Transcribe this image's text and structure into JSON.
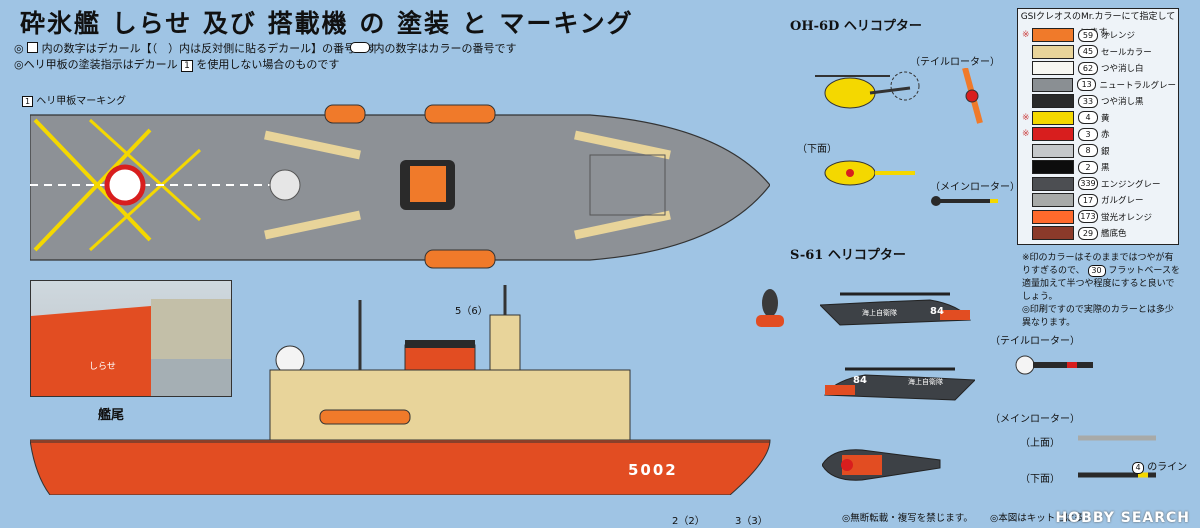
{
  "title": "砕氷艦 しらせ 及び 搭載機 の 塗装 と マーキング",
  "notes": {
    "decal_square": "内の数字はデカール【（　）内は反対側に貼るデカール】の番号です",
    "color_oval": "内の数字はカラーの番号です",
    "heli_deck": "ヘリ甲板の塗装指示はデカール",
    "heli_deck_num": "1",
    "heli_deck_tail": "を使用しない場合のものです"
  },
  "deck_marking_label": "ヘリ甲板マーキング",
  "deck_marking_num": "1",
  "helicopters": {
    "oh6d_title": "OH-6D ヘリコプター",
    "tail_rotor": "（テイルローター）",
    "bottom": "（下面）",
    "main_rotor": "（メインローター）",
    "s61_title": "S-61 ヘリコプター",
    "s61_tail_rotor": "（テイルローター）",
    "s61_main_rotor": "（メインローター）",
    "top_face": "（上面）",
    "bottom_face": "（下面）",
    "line_label": "のライン",
    "line_num": "4",
    "fuselage_kanji": "海上自衛隊",
    "tail_number": "84"
  },
  "ship": {
    "hull_number": "5002",
    "stern_caption": "艦尾",
    "stern_name": "しらせ"
  },
  "legend": {
    "header": "GSIクレオスのMr.カラーにて指定しています。",
    "colors": [
      {
        "mark": "※",
        "num": "59",
        "name": "オレンジ",
        "color": "#f07a2a"
      },
      {
        "mark": "",
        "num": "45",
        "name": "セールカラー",
        "color": "#e8d49a"
      },
      {
        "mark": "",
        "num": "62",
        "name": "つや消し白",
        "color": "#f7f7f2"
      },
      {
        "mark": "",
        "num": "13",
        "name": "ニュートラルグレー",
        "color": "#8a8f93"
      },
      {
        "mark": "",
        "num": "33",
        "name": "つや消し黒",
        "color": "#2a2a2a"
      },
      {
        "mark": "※",
        "num": "4",
        "name": "黄",
        "color": "#f4d800"
      },
      {
        "mark": "※",
        "num": "3",
        "name": "赤",
        "color": "#d81e1e"
      },
      {
        "mark": "",
        "num": "8",
        "name": "銀",
        "color": "#c4c7ca"
      },
      {
        "mark": "",
        "num": "2",
        "name": "黒",
        "color": "#0d0d0d"
      },
      {
        "mark": "",
        "num": "339",
        "name": "エンジングレー",
        "color": "#4c4e52"
      },
      {
        "mark": "",
        "num": "17",
        "name": "ガルグレー",
        "color": "#a8aaa8"
      },
      {
        "mark": "",
        "num": "173",
        "name": "蛍光オレンジ",
        "color": "#ff6a2c"
      },
      {
        "mark": "",
        "num": "29",
        "name": "艦底色",
        "color": "#8b3a2a"
      }
    ],
    "footnote_1": "※印のカラーはそのままではつやが有りすぎるので、",
    "footnote_num": "30",
    "footnote_2": "フラットベースを適量加えて半つや程度にすると良いでしょう。",
    "footnote_3": "◎印刷ですので実際のカラーとは多少異なります。"
  },
  "footer": {
    "no_copy": "◎無断転載・複写を禁じます。",
    "kit_note": "◎本図はキットとは多少異なる部分があります。"
  },
  "watermark": "HOBBY SEARCH",
  "decal_refs": [
    "2（2）",
    "3（3）",
    "5（6）"
  ]
}
